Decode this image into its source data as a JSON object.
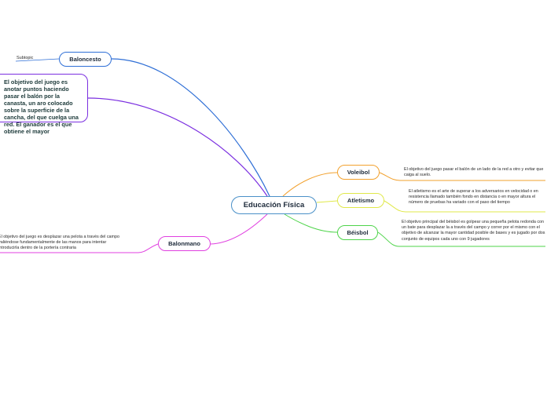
{
  "central": {
    "label": "Educación Física"
  },
  "branches": {
    "baloncesto": {
      "label": "Baloncesto",
      "subtopic": "Subtopic",
      "description": "El objetivo del juego es anotar puntos haciendo pasar el balón por la canasta, un aro colocado sobre la superficie de la cancha, del que cuelga una red. El ganador es el que obtiene el mayor",
      "color": "#2f6fd6",
      "desc_color": "#7b2fe0"
    },
    "voleibol": {
      "label": "Voleibol",
      "note": "El objetivo del juego pasar el balón de un lado de la red a otro y evitar que caiga al suelo.",
      "color": "#f2a12e"
    },
    "atletismo": {
      "label": "Atletismo",
      "note": "El atletismo es el arte de superar a los adversarios en velocidad o en resistencia llamado también fondo en distancia o en mayor altura el número de pruebas ha variado con el paso del tiempo",
      "color": "#e0e84a"
    },
    "beisbol": {
      "label": "Béisbol",
      "note": "El objetivo principal del béisbol es golpear una pequeña pelota redonda con un bate para desplazar la a través del campo y correr por el mismo con el objetivo de alcanzar la mayor cantidad posible de bases y es jugado por dos  conjunto de equipos cada uno con 9 jugadores",
      "color": "#4ed44a"
    },
    "balonmano": {
      "label": "Balonmano",
      "note": "El objetivo del juego es desplazar una pelota a través del campo valiéndose fundamentalmente de las manos para intentar introducirla dentro de la portería contraria",
      "color": "#e040e0"
    }
  }
}
